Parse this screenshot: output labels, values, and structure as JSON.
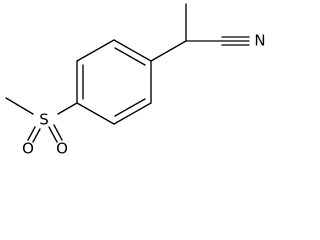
{
  "molecule": {
    "atoms": {
      "sulfur": "S",
      "oxygen_upper": "O",
      "oxygen_lower": "O",
      "nitrogen": "N"
    }
  },
  "colors": {
    "background": "#ffffff",
    "ink": "#000000"
  }
}
